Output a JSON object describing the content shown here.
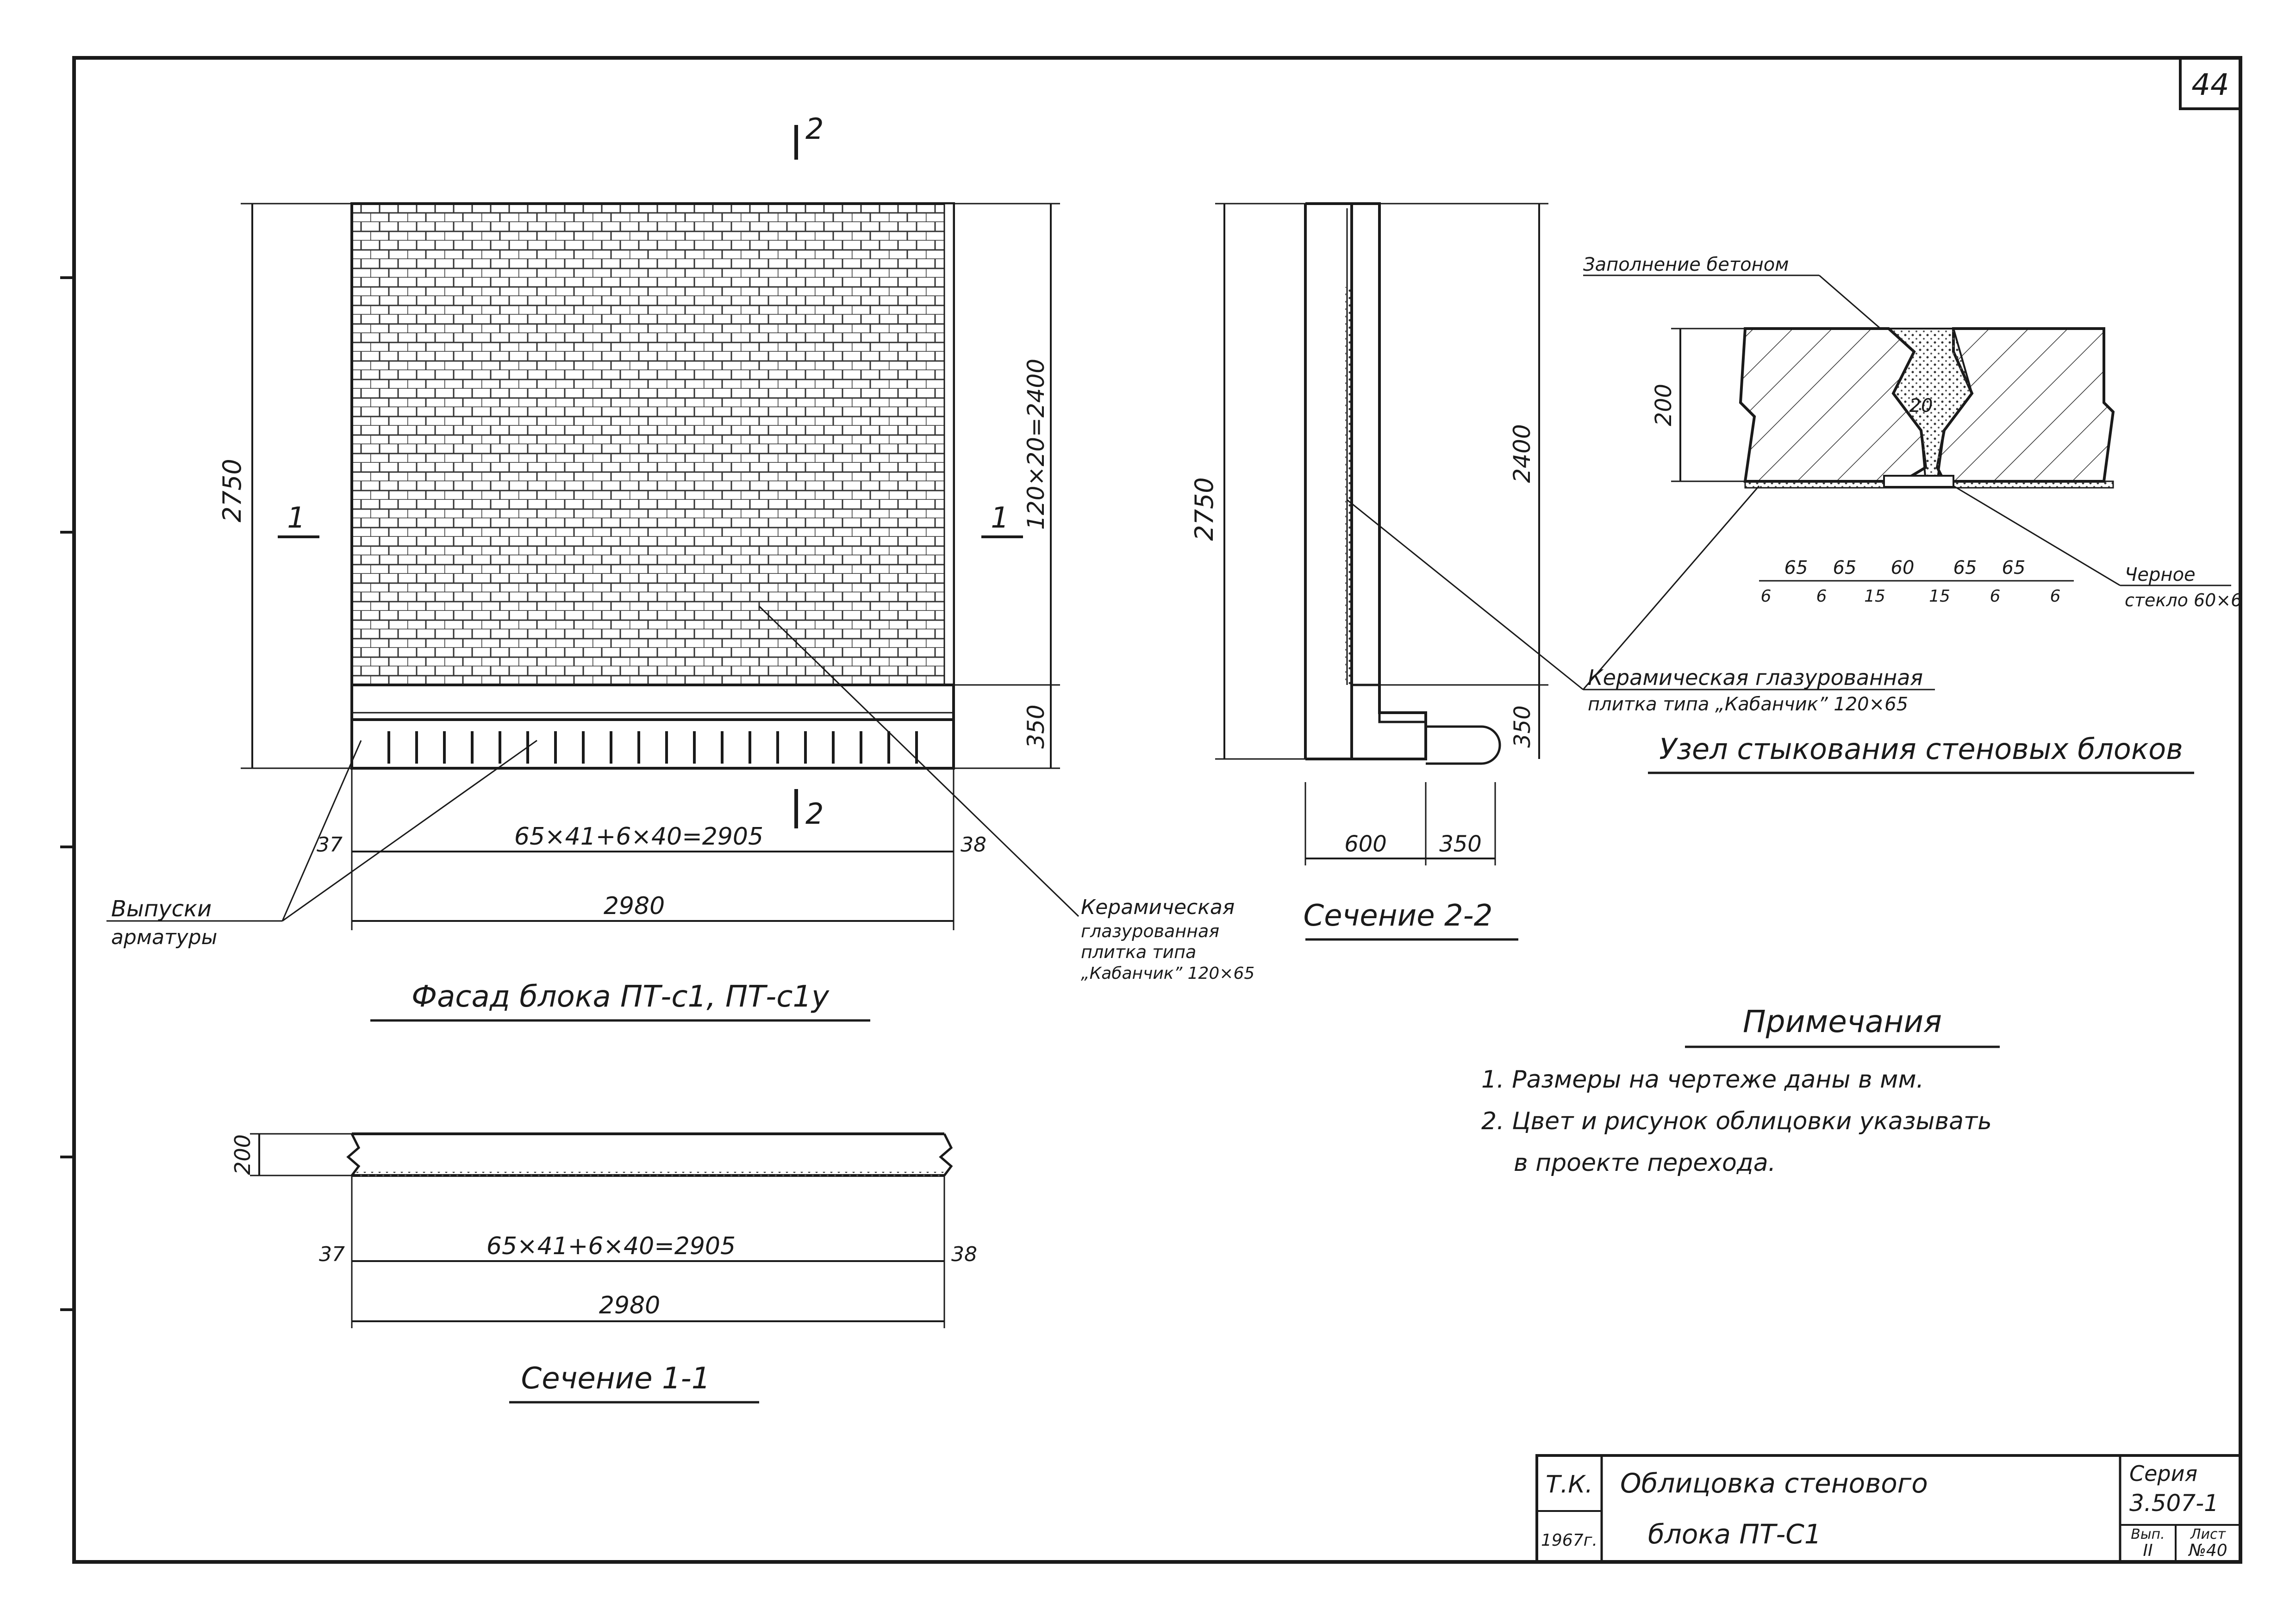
{
  "sheet": {
    "number": "44",
    "section_mark": "2",
    "cut_mark": "1"
  },
  "facade": {
    "title": "Фасад блока ПТ-с1, ПТ-с1у",
    "height_total": "2750",
    "height_tiles": "120×20=2400",
    "height_base": "350",
    "dim_tiles": "65×41+6×40=2905",
    "dim_total": "2980",
    "dim_left": "37",
    "dim_right": "38",
    "callout_rebar_1": "Выпуски",
    "callout_rebar_2": "арматуры",
    "callout_tile_1": "Керамическая",
    "callout_tile_2": "глазурованная",
    "callout_tile_3": "плитка типа",
    "callout_tile_4": "„Кабанчик” 120×65"
  },
  "section_1_1": {
    "title": "Сечение 1-1",
    "thickness": "200",
    "dim_tiles": "65×41+6×40=2905",
    "dim_total": "2980",
    "dim_left": "37",
    "dim_right": "38"
  },
  "section_2_2": {
    "title": "Сечение 2-2",
    "height_total": "2750",
    "height_tiles": "2400",
    "height_base": "350",
    "width_wall": "600",
    "width_ledge": "350",
    "callout_1": "Керамическая глазурованная",
    "callout_2": "плитка типа „Кабанчик” 120×65"
  },
  "joint": {
    "title": "Узел стыкования стеновых блоков",
    "fill_label": "Заполнение бетоном",
    "glass_label_1": "Черное",
    "glass_label_2": "стекло 60×6",
    "thickness": "200",
    "gap": "20",
    "tile_dims": [
      "65",
      "65",
      "60",
      "65",
      "65"
    ],
    "joint_dims": [
      "6",
      "6",
      "15",
      "15",
      "6",
      "6"
    ]
  },
  "notes": {
    "title": "Примечания",
    "items": [
      "1. Размеры на чертеже даны в мм.",
      "2. Цвет и рисунок облицовки указывать",
      "в проекте перехода."
    ]
  },
  "title_block": {
    "org": "Т.К.",
    "year": "1967г.",
    "name_1": "Облицовка стенового",
    "name_2": "блока ПТ-С1",
    "series_label": "Серия",
    "series": "3.507-1",
    "issue_label": "Вып.",
    "issue": "II",
    "sheet_label": "Лист",
    "sheet": "№40"
  }
}
